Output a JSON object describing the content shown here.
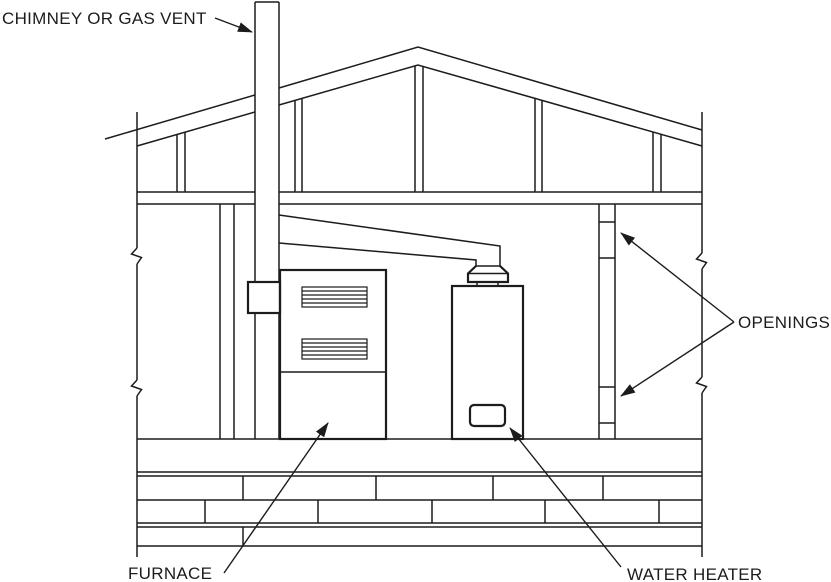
{
  "figure": {
    "labels": {
      "chimney": "CHIMNEY OR GAS VENT",
      "furnace": "FURNACE",
      "water_heater": "WATER HEATER",
      "openings": "OPENINGS"
    },
    "colors": {
      "line": "#1c1c1c",
      "background": "#ffffff"
    }
  }
}
